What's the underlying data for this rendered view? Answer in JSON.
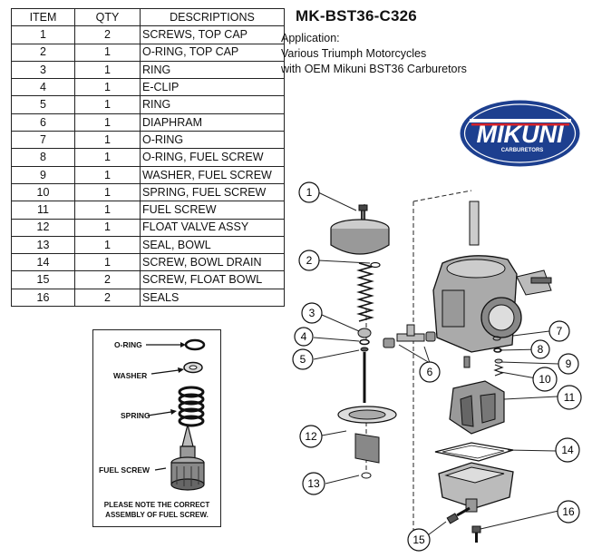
{
  "header": {
    "kit_title": "MK-BST36-C326",
    "application_label": "Application:",
    "application_line1": "Various Triumph Motorcycles",
    "application_line2": "with OEM Mikuni BST36 Carburetors"
  },
  "table": {
    "columns": [
      "ITEM",
      "QTY",
      "DESCRIPTIONS"
    ],
    "rows": [
      {
        "item": "1",
        "qty": "2",
        "desc": "SCREWS, TOP CAP"
      },
      {
        "item": "2",
        "qty": "1",
        "desc": "O-RING, TOP CAP"
      },
      {
        "item": "3",
        "qty": "1",
        "desc": "RING"
      },
      {
        "item": "4",
        "qty": "1",
        "desc": "E-CLIP"
      },
      {
        "item": "5",
        "qty": "1",
        "desc": "RING"
      },
      {
        "item": "6",
        "qty": "1",
        "desc": "DIAPHRAM"
      },
      {
        "item": "7",
        "qty": "1",
        "desc": "O-RING"
      },
      {
        "item": "8",
        "qty": "1",
        "desc": "O-RING, FUEL SCREW"
      },
      {
        "item": "9",
        "qty": "1",
        "desc": "WASHER, FUEL SCREW"
      },
      {
        "item": "10",
        "qty": "1",
        "desc": "SPRING, FUEL SCREW"
      },
      {
        "item": "11",
        "qty": "1",
        "desc": "FUEL SCREW"
      },
      {
        "item": "12",
        "qty": "1",
        "desc": "FLOAT VALVE ASSY"
      },
      {
        "item": "13",
        "qty": "1",
        "desc": "SEAL, BOWL"
      },
      {
        "item": "14",
        "qty": "1",
        "desc": "SCREW, BOWL DRAIN"
      },
      {
        "item": "15",
        "qty": "2",
        "desc": "SCREW, FLOAT BOWL"
      },
      {
        "item": "16",
        "qty": "2",
        "desc": "SEALS"
      }
    ]
  },
  "logo": {
    "brand": "MIKUNI",
    "sub": "CARBURETORS",
    "color_primary": "#1d3f8f",
    "color_accent": "#d62128"
  },
  "inset": {
    "labels": {
      "oring": "O-RING",
      "washer": "WASHER",
      "spring": "SPRING",
      "fuel_screw": "FUEL SCREW"
    },
    "note_line1": "PLEASE NOTE THE CORRECT",
    "note_line2": "ASSEMBLY OF FUEL SCREW."
  },
  "callouts": [
    "1",
    "2",
    "3",
    "4",
    "5",
    "6",
    "7",
    "8",
    "9",
    "10",
    "11",
    "12",
    "13",
    "14",
    "15",
    "16"
  ]
}
